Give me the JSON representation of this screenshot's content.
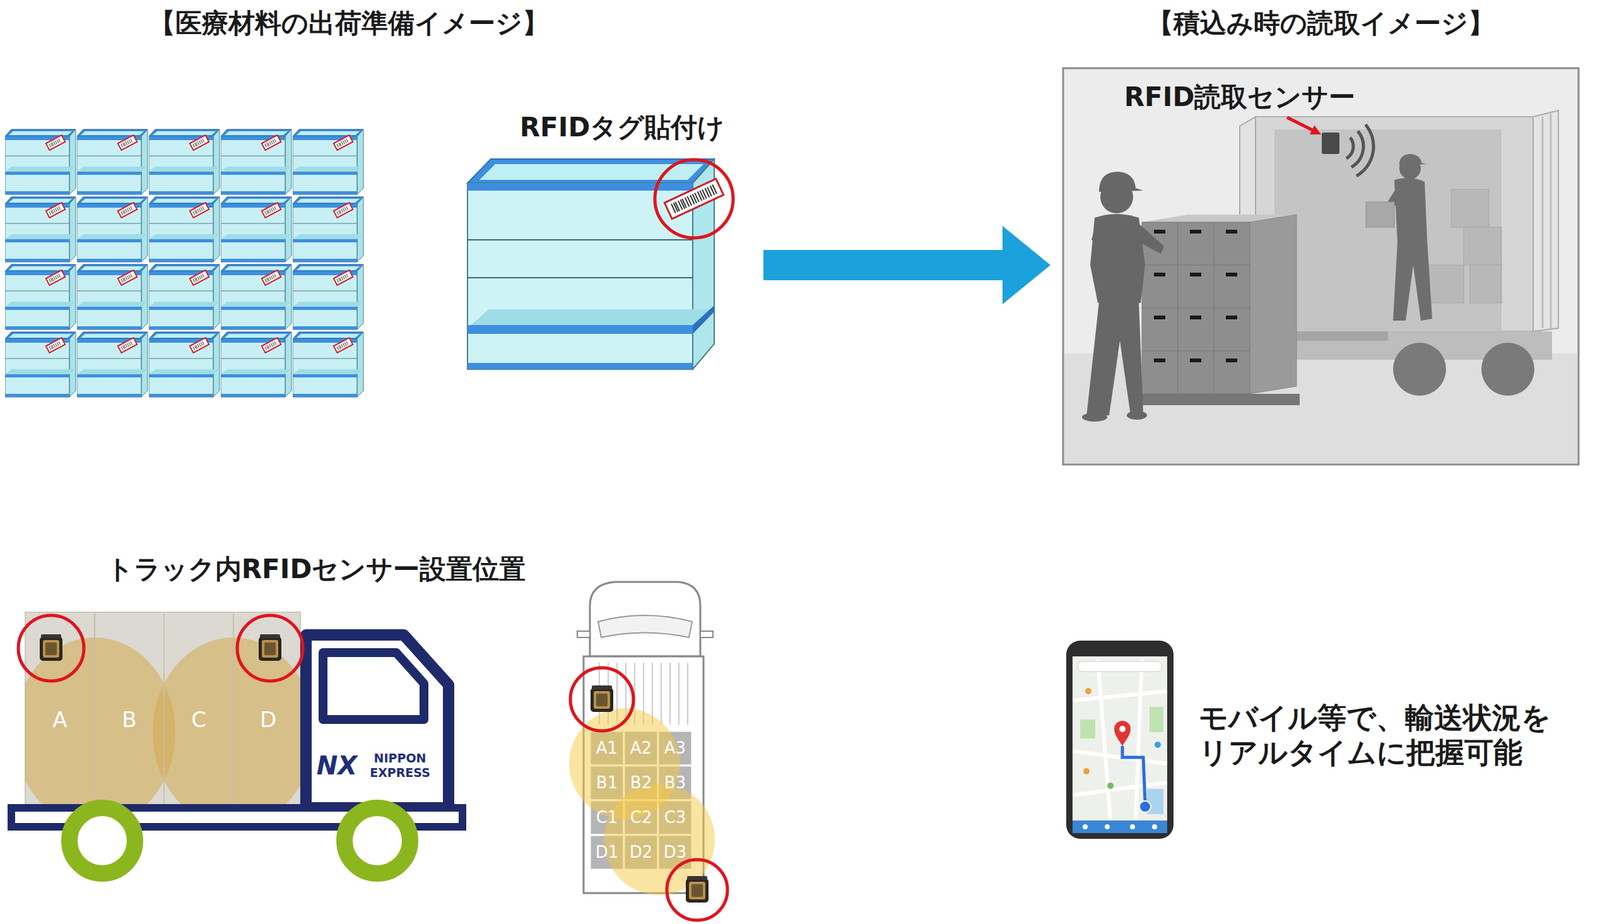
{
  "diagram": {
    "nodes": [
      {
        "text": [
          "【医療材料の出荷準備イメージ】"
        ]
      },
      {
        "text": [
          "【積込み時の読取イメージ】"
        ]
      }
    ],
    "edges": [
      {
        "from": 0,
        "to": 1,
        "arrow": "to"
      }
    ],
    "labels": [
      "RFIDタグ貼付け",
      "RFID読取センサー",
      "トラック内RFIDセンサー設置位置",
      "A",
      "B",
      "C",
      "D",
      "NX",
      "NIPPON",
      "EXPRESS",
      "A1",
      "A2",
      "A3",
      "B1",
      "B2",
      "B3",
      "C1",
      "C2",
      "C3",
      "D1",
      "D2",
      "D3",
      "モバイル等で、輸送状況を リアルタイムに把握可能"
    ]
  }
}
